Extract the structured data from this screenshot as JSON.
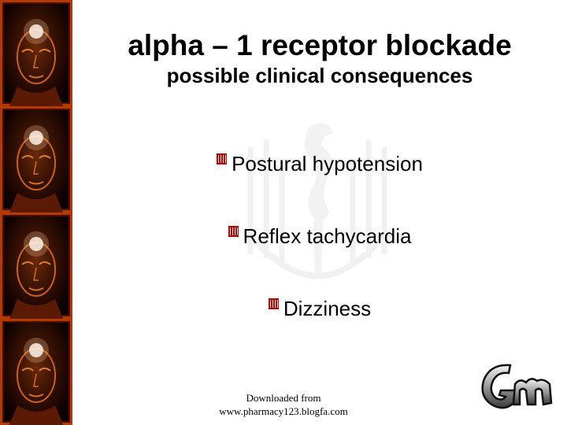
{
  "slide": {
    "title": "alpha – 1 receptor blockade",
    "subtitle": "possible clinical consequences",
    "bullets": [
      "Postural hypotension",
      "Reflex tachycardia",
      "Dizziness"
    ],
    "footer": {
      "line1": "Downloaded from",
      "line2": "www.pharmacy123.blogfa.com"
    }
  },
  "decorations": {
    "face_strip_icon": "glowing-face-icon",
    "watermark_icon": "university-emblem-watermark-icon",
    "logo_icon": "gm-logo-icon",
    "bullet_icon": "red-square-bullet-icon"
  },
  "colors": {
    "bullet": "#c00000",
    "strip_border": "#b33a00",
    "text": "#000000",
    "background": "#ffffff"
  }
}
